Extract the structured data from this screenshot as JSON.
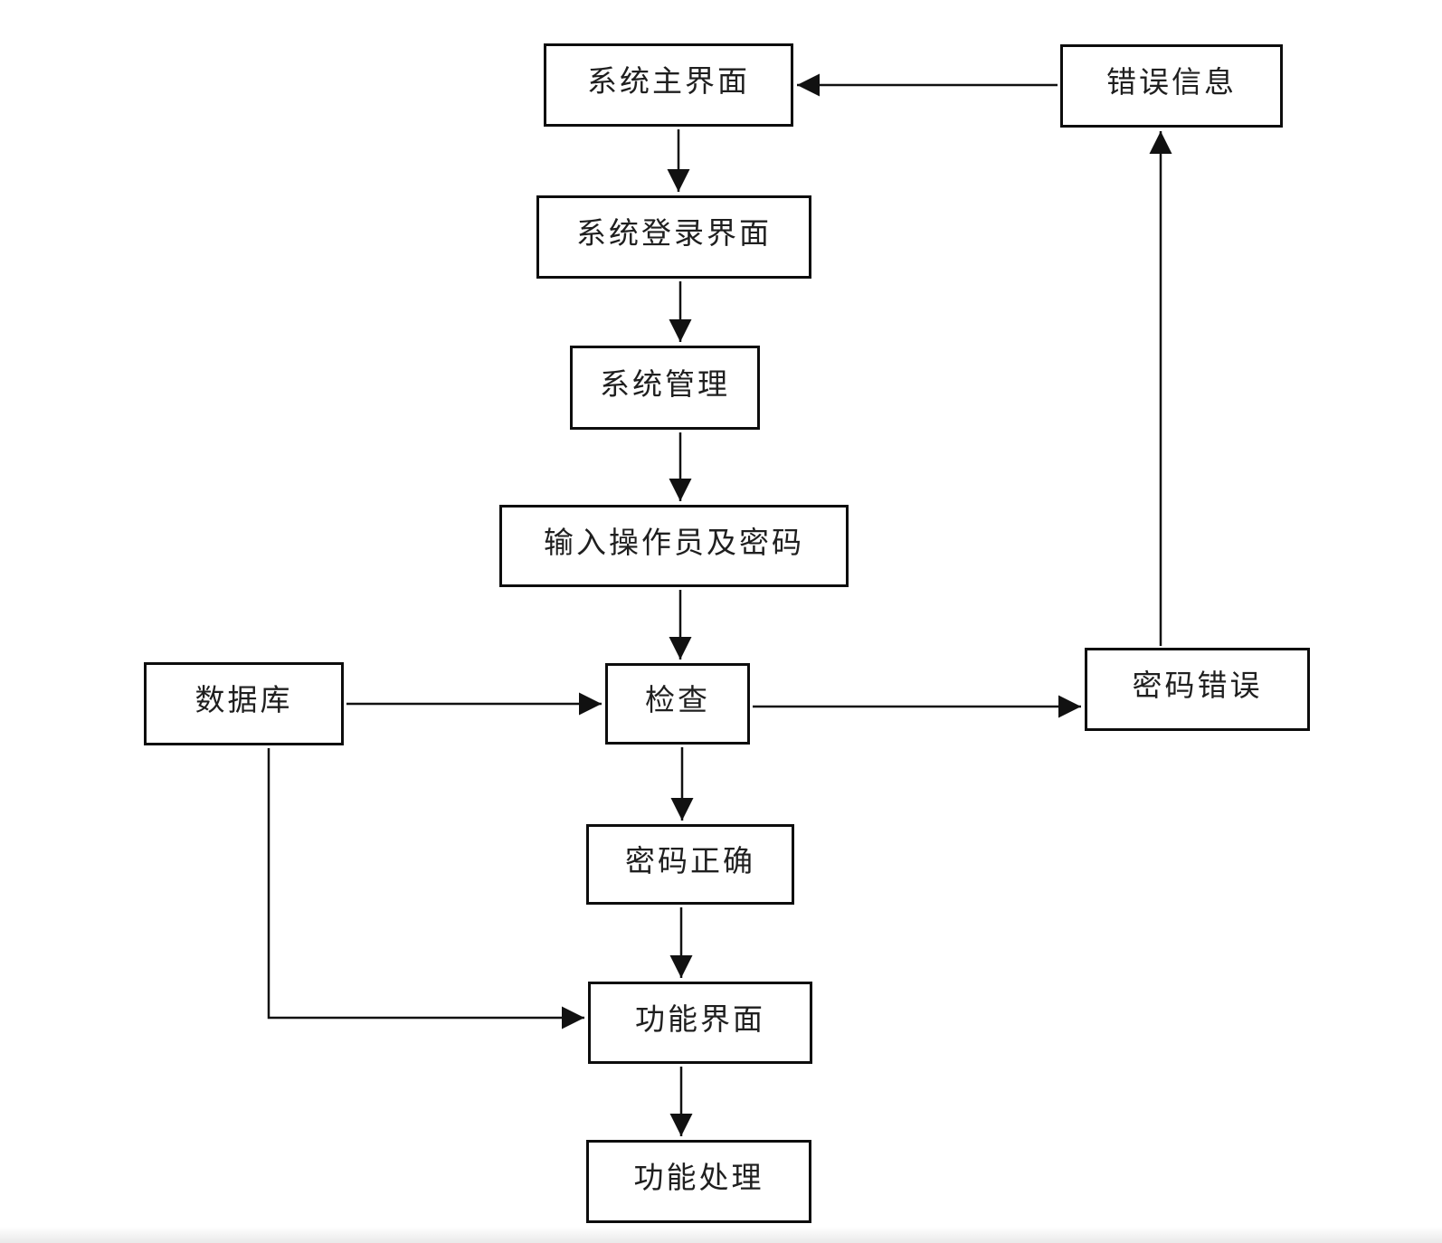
{
  "diagram": {
    "title": "system-login-flowchart",
    "nodes": {
      "main_ui": {
        "label": "系统主界面"
      },
      "error_info": {
        "label": "错误信息"
      },
      "login_ui": {
        "label": "系统登录界面"
      },
      "system_mgmt": {
        "label": "系统管理"
      },
      "input_credentials": {
        "label": "输入操作员及密码"
      },
      "database": {
        "label": "数据库"
      },
      "check": {
        "label": "检查"
      },
      "password_wrong": {
        "label": "密码错误"
      },
      "password_correct": {
        "label": "密码正确"
      },
      "function_ui": {
        "label": "功能界面"
      },
      "function_process": {
        "label": "功能处理"
      }
    },
    "edges": [
      {
        "from": "main_ui",
        "to": "login_ui",
        "direction": "down"
      },
      {
        "from": "login_ui",
        "to": "system_mgmt",
        "direction": "down"
      },
      {
        "from": "system_mgmt",
        "to": "input_credentials",
        "direction": "down"
      },
      {
        "from": "input_credentials",
        "to": "check",
        "direction": "down"
      },
      {
        "from": "database",
        "to": "check",
        "direction": "right"
      },
      {
        "from": "check",
        "to": "password_wrong",
        "direction": "right"
      },
      {
        "from": "password_wrong",
        "to": "error_info",
        "direction": "up"
      },
      {
        "from": "error_info",
        "to": "main_ui",
        "direction": "left"
      },
      {
        "from": "check",
        "to": "password_correct",
        "direction": "down"
      },
      {
        "from": "password_correct",
        "to": "function_ui",
        "direction": "down"
      },
      {
        "from": "database",
        "to": "function_ui",
        "direction": "down-right"
      },
      {
        "from": "function_ui",
        "to": "function_process",
        "direction": "down"
      }
    ],
    "colors": {
      "line": "#111111",
      "box_border": "#0d0d0d",
      "box_background": "#ffffff",
      "text": "#1f1f1f",
      "page_background": "#ffffff"
    }
  }
}
